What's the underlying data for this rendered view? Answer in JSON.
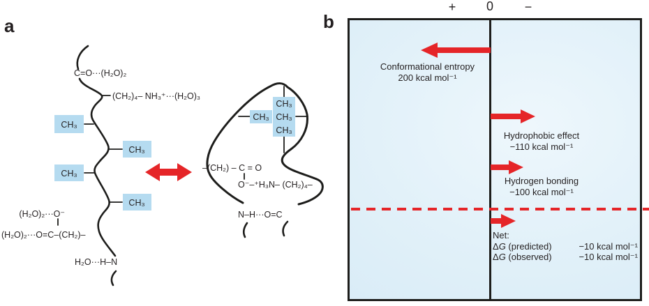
{
  "figure": {
    "panel_a_label": "a",
    "panel_b_label": "b"
  },
  "panel_a": {
    "methyl": "CH₃",
    "unfolded": {
      "carbonyl_hydration": "C=O···(H₂O)₂",
      "lysine_hydration": "(CH₂)₄– NH₃⁺···(H₂O)₃",
      "carboxylate_o": "(H₂O)₂···O⁻",
      "carboxylate_chain": "(H₂O)₂···O=C–(CH₂)–",
      "amide_hydration": "H₂O···H–N"
    },
    "folded": {
      "salt_bridge_top": "–(CH₂) – C = O",
      "salt_bridge_bottom": "O⁻–⁺H₃N– (CH₂)₄–",
      "hydrogen_bond": "N–H···O=C"
    }
  },
  "panel_b": {
    "axis_labels": {
      "plus": "+",
      "zero": "0",
      "minus": "−"
    },
    "entries": [
      {
        "name": "Conformational entropy",
        "value": "200 kcal mol⁻¹"
      },
      {
        "name": "Hydrophobic effect",
        "value": "−110 kcal mol⁻¹"
      },
      {
        "name": "Hydrogen bonding",
        "value": "−100 kcal mol⁻¹"
      }
    ],
    "net": {
      "title": "Net:",
      "rows": [
        {
          "delta": "Δ",
          "g": "G",
          "label": " (predicted)",
          "value": "−10 kcal mol⁻¹"
        },
        {
          "delta": "Δ",
          "g": "G",
          "label": " (observed)",
          "value": "−10 kcal mol⁻¹"
        }
      ]
    }
  },
  "chart_data": {
    "type": "bar",
    "orientation": "horizontal",
    "axis_tick_labels": [
      "+",
      "0",
      "−"
    ],
    "categories": [
      "Conformational entropy",
      "Hydrophobic effect",
      "Hydrogen bonding",
      "Net ΔG (predicted)",
      "Net ΔG (observed)"
    ],
    "values": [
      200,
      -110,
      -100,
      -10,
      -10
    ],
    "unit": "kcal mol⁻¹"
  },
  "colors": {
    "arrow_red": "#e52528",
    "highlight_blue": "#b5dbf0",
    "panel_fill": "#ddeef8",
    "ink": "#231f20"
  }
}
